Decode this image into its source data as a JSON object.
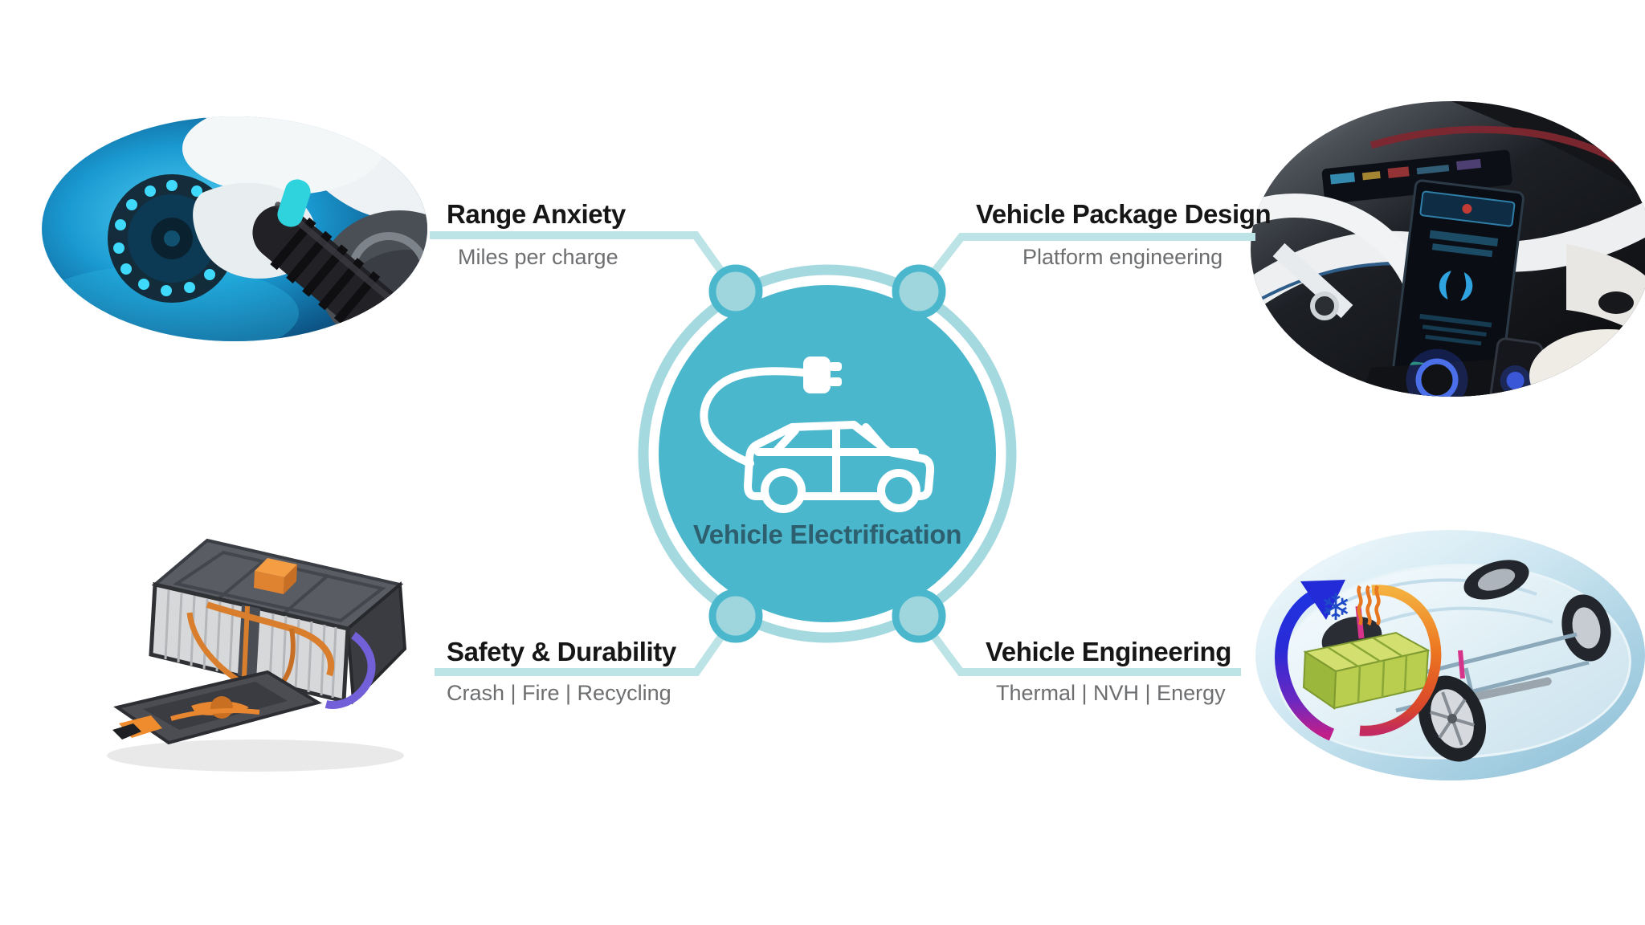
{
  "title": "Vehicle Electrification",
  "hub": {
    "label": "Vehicle Electrification",
    "icon": "ev-car-with-charging-plug-icon"
  },
  "nodes": [
    {
      "id": "range-anxiety",
      "position": "top-left",
      "title": "Range Anxiety",
      "subtitle": "Miles per charge",
      "image": "ev-charging-plug-photo"
    },
    {
      "id": "vehicle-package-design",
      "position": "top-right",
      "title": "Vehicle Package Design",
      "subtitle": "Platform engineering",
      "image": "car-interior-dashboard-photo"
    },
    {
      "id": "safety-durability",
      "position": "bottom-left",
      "title": "Safety & Durability",
      "subtitle": "Crash | Fire | Recycling",
      "image": "ev-battery-pack-photo"
    },
    {
      "id": "vehicle-engineering",
      "position": "bottom-right",
      "title": "Vehicle Engineering",
      "subtitle": "Thermal | NVH | Energy",
      "image": "car-chassis-thermal-photo"
    }
  ],
  "icons": {
    "hub": "ev-car-with-charging-plug-icon",
    "chassis_overlays": [
      "snowflake-icon",
      "heat-waves-icon",
      "thermal-cycle-arrows-icon"
    ]
  },
  "colors": {
    "background": "#ffffff",
    "hub_fill": "#4bb7cd",
    "hub_ring": "#a5d9e0",
    "node_fill": "#9fd6de",
    "node_border": "#4bb7cd",
    "connector": "#bce3e6",
    "title_text": "#161616",
    "subtitle_text": "#6d6e70",
    "hub_label_text": "#2e5f6e"
  }
}
